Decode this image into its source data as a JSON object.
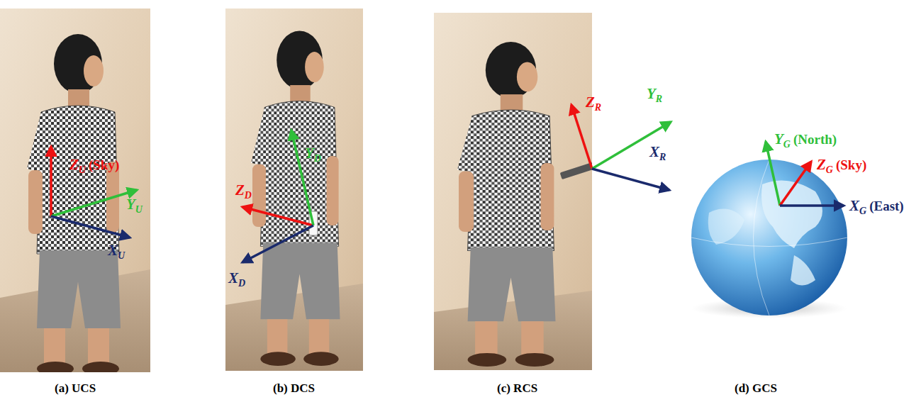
{
  "diagram": {
    "labels": [
      "Z",
      "U",
      "(Sky)",
      "Y",
      "U",
      "X",
      "U",
      "Z",
      "D",
      "Y",
      "D",
      "X",
      "D",
      "Z",
      "R",
      "Y",
      "R",
      "X",
      "R",
      "Y",
      "G",
      "(North)",
      "Z",
      "G",
      "(Sky)",
      "X",
      "G",
      "(East)",
      "(a) UCS",
      "(b) DCS",
      "(c) RCS",
      "(d) GCS"
    ]
  }
}
